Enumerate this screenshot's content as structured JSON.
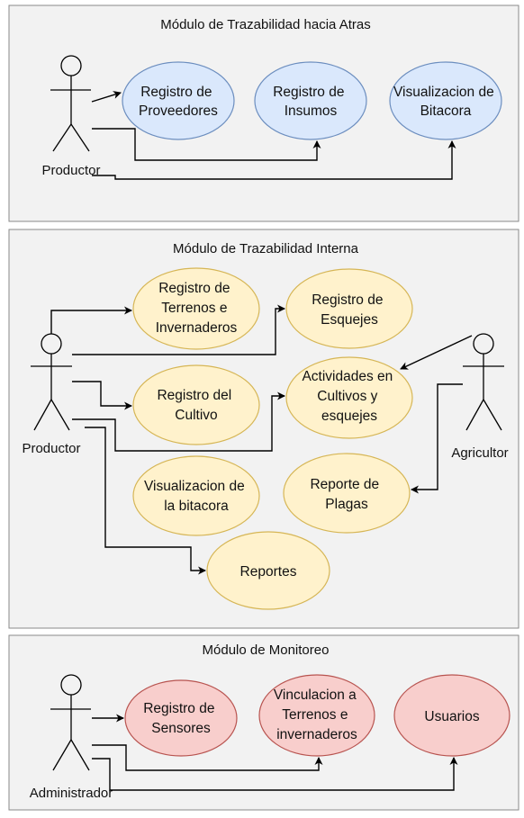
{
  "modules": [
    {
      "title": "Módulo de Trazabilidad hacia Atras",
      "fill": "#dae8fc",
      "stroke": "#6c8ebf",
      "actors": [
        "Productor"
      ],
      "use_cases": [
        [
          "Registro de",
          "Proveedores"
        ],
        [
          "Registro de",
          "Insumos"
        ],
        [
          "Visualizacion de",
          "Bitacora"
        ]
      ]
    },
    {
      "title": "Módulo de Trazabilidad Interna",
      "fill": "#fff2cc",
      "stroke": "#d6b656",
      "actors": [
        "Productor",
        "Agricultor"
      ],
      "use_cases": [
        [
          "Registro de",
          "Terrenos e",
          "Invernaderos"
        ],
        [
          "Registro de",
          "Esquejes"
        ],
        [
          "Actividades en",
          "Cultivos y",
          "esquejes"
        ],
        [
          "Registro del",
          "Cultivo"
        ],
        [
          "Reporte de",
          "Plagas"
        ],
        [
          "Visualizacion de",
          "la bitacora"
        ],
        [
          "Reportes"
        ]
      ]
    },
    {
      "title": "Módulo de Monitoreo",
      "fill": "#f8cecc",
      "stroke": "#b85450",
      "actors": [
        "Administrador"
      ],
      "use_cases": [
        [
          "Registro de",
          "Sensores"
        ],
        [
          "Vinculacion a",
          "Terrenos e",
          "invernaderos"
        ],
        [
          "Usuarios"
        ]
      ]
    }
  ]
}
